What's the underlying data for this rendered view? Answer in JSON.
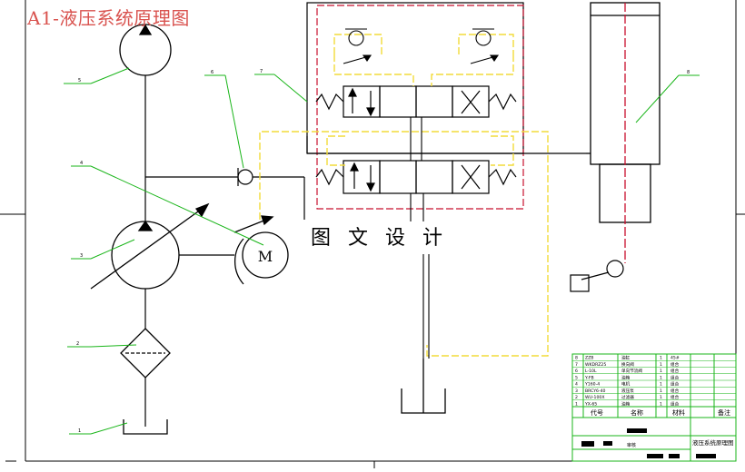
{
  "title": "A1-液压系统原理图",
  "watermark": "图 文 设 计",
  "motor_symbol": "M",
  "callouts": [
    "1",
    "2",
    "3",
    "4",
    "5",
    "6",
    "7",
    "8"
  ],
  "title_block": {
    "rows": [
      {
        "no": "8",
        "code": "ZZB",
        "name": "油缸",
        "qty": "1",
        "mat": "45#"
      },
      {
        "no": "7",
        "code": "WKDRZ25",
        "name": "换向阀",
        "qty": "1",
        "mat": "组合"
      },
      {
        "no": "6",
        "code": "L-10L",
        "name": "单向节流阀",
        "qty": "1",
        "mat": "组合"
      },
      {
        "no": "5",
        "code": "Y-FB",
        "name": "油箱",
        "qty": "1",
        "mat": "组合"
      },
      {
        "no": "4",
        "code": "Y160-4",
        "name": "电机",
        "qty": "1",
        "mat": "组合"
      },
      {
        "no": "3",
        "code": "BRCY6-40",
        "name": "液压泵",
        "qty": "1",
        "mat": "组合"
      },
      {
        "no": "2",
        "code": "WU-100X",
        "name": "过滤器",
        "qty": "1",
        "mat": "组合"
      },
      {
        "no": "1",
        "code": "YX-65",
        "name": "油箱",
        "qty": "1",
        "mat": "组合"
      }
    ],
    "header": [
      "代号",
      "名称",
      "材料",
      "备注"
    ],
    "drawing_name": "液压系统原理图",
    "extra_label": "审核"
  },
  "colors": {
    "line": "#000000",
    "yellow": "#f2dc3a",
    "green": "#19b519",
    "red": "#c8102e",
    "title": "#d9534f"
  }
}
